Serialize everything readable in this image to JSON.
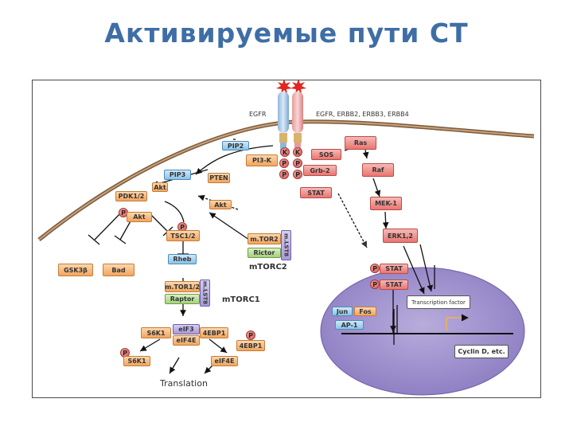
{
  "title": "Активируемые пути СТ",
  "receptors": {
    "egfr": "EGFR",
    "family": "EGFR, ERBB2, ERBB3, ERBB4"
  },
  "nodes": {
    "pip2": "PIP2",
    "pip3": "PIP3",
    "pi3k": "PI3-K",
    "pten": "PTEN",
    "akt_membrane": "Akt",
    "akt_cyto": "Akt",
    "akt_p": "Akt",
    "pdk": "PDK1/2",
    "gsk": "GSK3β",
    "bad": "Bad",
    "tsc": "TSC1/2",
    "rheb": "Rheb",
    "mtor_c1": "m.TOR1/2",
    "mlst8_c1": "m.LST8",
    "raptor": "Raptor",
    "mtor_c2": "m.TOR2",
    "rictor": "Rictor",
    "mlst8_c2": "m.LST8",
    "s6k1": "S6K1",
    "eif3": "eIF3",
    "eif4e": "eIF4E",
    "4ebp1": "4EBP1",
    "4ebp1_p": "4EBP1",
    "s6k1_p": "S6K1",
    "eif4e_free": "eIF4E",
    "ras": "Ras",
    "sos": "SOS",
    "grb2": "Grb-2",
    "raf": "Raf",
    "stat": "STAT",
    "mek": "MEK-1",
    "erk": "ERK1,2",
    "stat_n1": "STAT",
    "stat_n2": "STAT",
    "jun": "Jun",
    "fos": "Fos",
    "ap1": "AP-1",
    "transcription": "Transcription factor",
    "cyclin": "Cyclin D, etc."
  },
  "labels": {
    "mtorc1": "mTORC1",
    "mtorc2": "mTORC2",
    "translation": "Translation"
  },
  "phospho": "P",
  "kinase": "K"
}
